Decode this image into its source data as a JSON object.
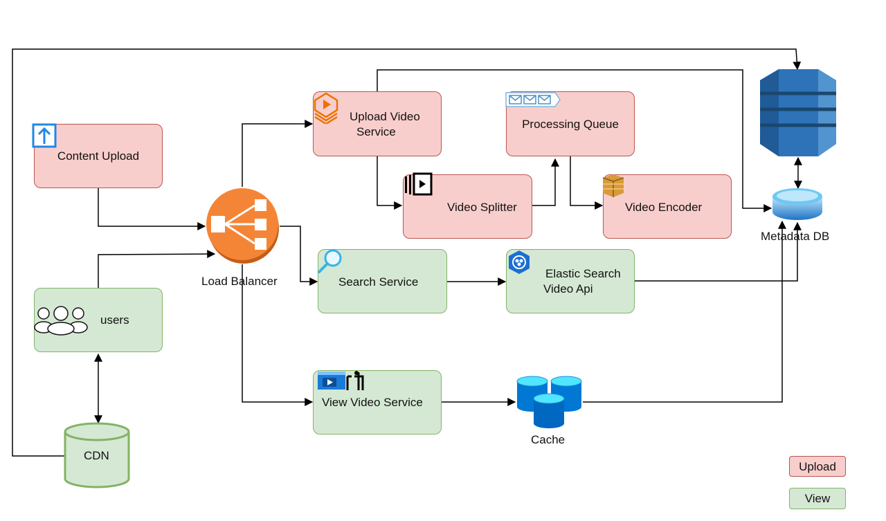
{
  "nodes": {
    "content_upload": "Content Upload",
    "upload_video_line1": "Upload Video",
    "upload_video_line2": "Service",
    "processing_queue": "Processing Queue",
    "video_splitter": "Video Splitter",
    "video_encoder": "Video Encoder",
    "load_balancer": "Load Balancer",
    "search_service": "Search Service",
    "elastic_line1": "Elastic Search",
    "elastic_line2": "Video Api",
    "users": "users",
    "view_video_service": "View Video Service",
    "cache": "Cache",
    "cdn": "CDN",
    "metadata_db": "Metadata DB"
  },
  "legend": {
    "upload": "Upload",
    "view": "View"
  },
  "colors": {
    "upload_fill": "#f8cecc",
    "upload_stroke": "#b85450",
    "view_fill": "#d5e8d4",
    "view_stroke": "#82b366",
    "load_balancer": "#f58536",
    "dynamodb": "#2e73b8",
    "azure_blue": "#0078d4"
  },
  "icons": {
    "content_upload": "upload-arrow-icon",
    "upload_video": "video-stack-icon",
    "processing_queue": "message-queue-icon",
    "video_splitter": "video-frames-icon",
    "video_encoder": "elemental-encoder-icon",
    "load_balancer": "load-balancer-icon",
    "search_service": "magnifier-icon",
    "elastic_search": "elastic-search-icon",
    "users": "users-group-icon",
    "view_video": "video-player-icon",
    "cache": "cache-database-icon",
    "dynamodb": "dynamodb-icon",
    "metadata_db": "metadata-db-icon",
    "cdn": "cdn-cylinder-icon"
  }
}
